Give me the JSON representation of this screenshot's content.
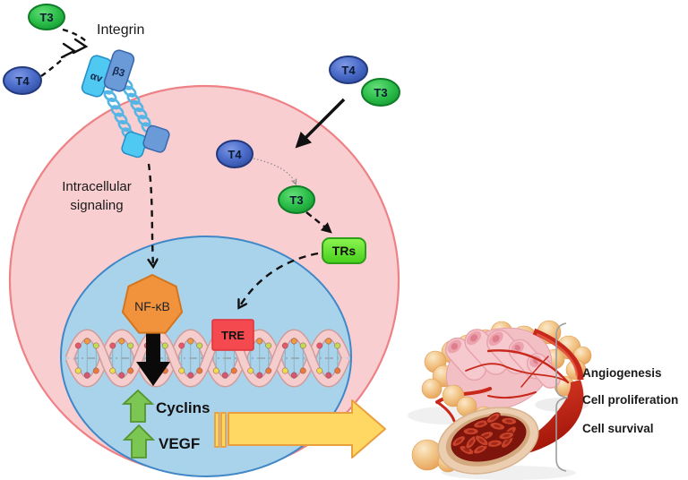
{
  "labels": {
    "t3": "T3",
    "t4": "T4",
    "integrin": "Integrin",
    "alpha_v": "αv",
    "beta_3": "β3",
    "intracellular_line1": "Intracellular",
    "intracellular_line2": "signaling",
    "nfkb": "NF-κB",
    "tre": "TRE",
    "trs": "TRs",
    "cyclins": "Cyclins",
    "vegf": "VEGF"
  },
  "outcomes": {
    "angiogenesis": "Angiogenesis",
    "cell_proliferation": "Cell proliferation",
    "cell_survival": "Cell survival"
  },
  "colors": {
    "t3_green": "#2DBE4A",
    "t4_blue": "#4A6BC9",
    "cell_pink": "#F9CED1",
    "cell_border": "#EE8186",
    "nucleus_blue": "#A9D3EA",
    "nucleus_border": "#3F87C7",
    "integrin_light_blue": "#4FC8F2",
    "integrin_medium_blue": "#6A9AD8",
    "nfkb_orange": "#F0933C",
    "tre_red": "#F4494E",
    "trs_green": "#5FE52E",
    "up_arrow_green": "#7CC653",
    "big_arrow_yellow": "#FFD863",
    "big_arrow_border": "#EA9F3E",
    "dna_pink": "#F6CDCD"
  }
}
